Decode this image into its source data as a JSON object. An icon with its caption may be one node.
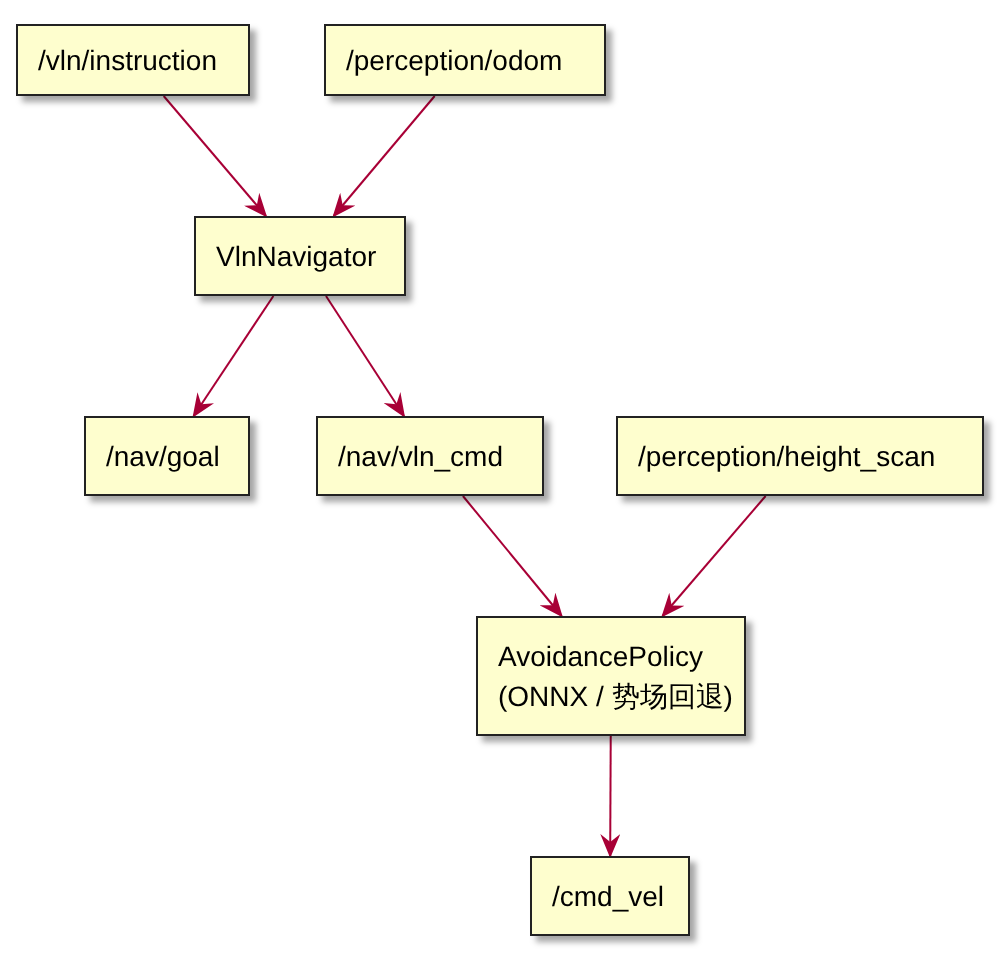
{
  "diagram": {
    "nodes": [
      {
        "text": [
          "/vln/instruction"
        ]
      },
      {
        "text": [
          "/perception/odom"
        ]
      },
      {
        "text": [
          "VlnNavigator"
        ]
      },
      {
        "text": [
          "/nav/goal"
        ]
      },
      {
        "text": [
          "/nav/vln_cmd"
        ]
      },
      {
        "text": [
          "/perception/height_scan"
        ]
      },
      {
        "text": [
          "AvoidancePolicy",
          "(ONNX / 势场回退)"
        ]
      },
      {
        "text": [
          "/cmd_vel"
        ]
      }
    ],
    "edges": [
      {
        "from": 0,
        "to": 2,
        "arrow": "to"
      },
      {
        "from": 1,
        "to": 2,
        "arrow": "to"
      },
      {
        "from": 2,
        "to": 3,
        "arrow": "to"
      },
      {
        "from": 2,
        "to": 4,
        "arrow": "to"
      },
      {
        "from": 4,
        "to": 6,
        "arrow": "to"
      },
      {
        "from": 5,
        "to": 6,
        "arrow": "to"
      },
      {
        "from": 6,
        "to": 7,
        "arrow": "to"
      }
    ]
  }
}
